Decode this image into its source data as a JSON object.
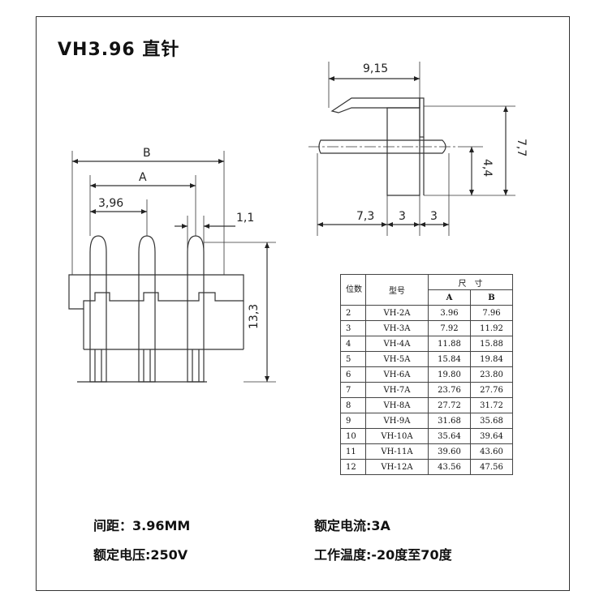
{
  "title": "VH3.96 直针",
  "dimensions": {
    "front": {
      "b": "B",
      "a": "A",
      "pitch": "3,96",
      "pin_width": "1,1",
      "height": "13,3"
    },
    "side": {
      "top": "9,15",
      "height": "7,7",
      "pin_height": "4,4",
      "bottom_left": "7,3",
      "bottom_mid": "3",
      "bottom_right": "3"
    }
  },
  "table": {
    "col_pos": "位数",
    "col_model": "型号",
    "col_size": "尺　寸",
    "col_a": "A",
    "col_b": "B",
    "rows": [
      [
        "2",
        "VH-2A",
        "3.96",
        "7.96"
      ],
      [
        "3",
        "VH-3A",
        "7.92",
        "11.92"
      ],
      [
        "4",
        "VH-4A",
        "11.88",
        "15.88"
      ],
      [
        "5",
        "VH-5A",
        "15.84",
        "19.84"
      ],
      [
        "6",
        "VH-6A",
        "19.80",
        "23.80"
      ],
      [
        "7",
        "VH-7A",
        "23.76",
        "27.76"
      ],
      [
        "8",
        "VH-8A",
        "27.72",
        "31.72"
      ],
      [
        "9",
        "VH-9A",
        "31.68",
        "35.68"
      ],
      [
        "10",
        "VH-10A",
        "35.64",
        "39.64"
      ],
      [
        "11",
        "VH-11A",
        "39.60",
        "43.60"
      ],
      [
        "12",
        "VH-12A",
        "43.56",
        "47.56"
      ]
    ]
  },
  "specs": {
    "pitch": "间距：3.96MM",
    "current": "额定电流:3A",
    "voltage": "额定电压:250V",
    "temp": "工作温度:-20度至70度"
  }
}
